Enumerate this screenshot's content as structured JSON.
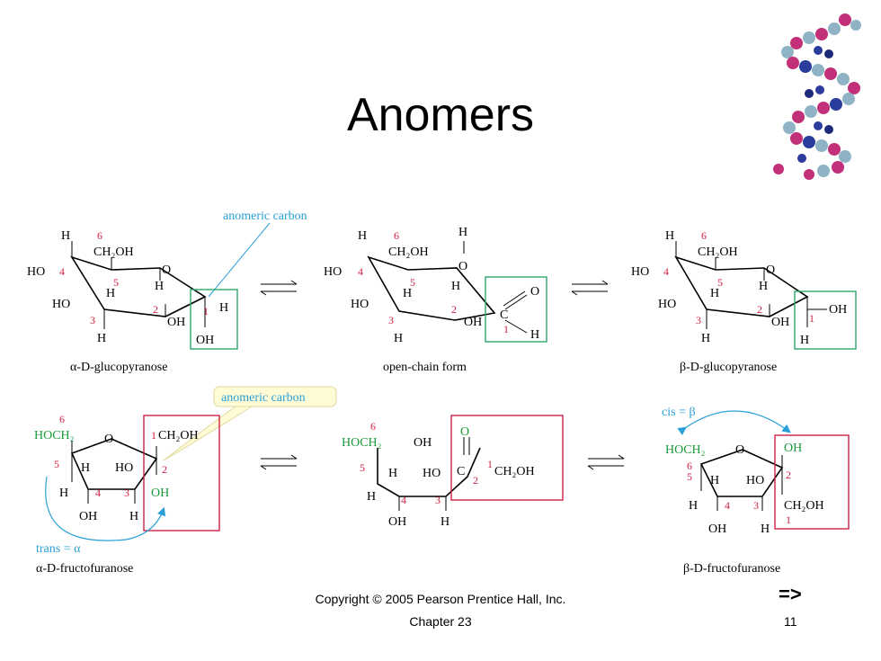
{
  "slide": {
    "title": "Anomers",
    "copyright": "Copyright © 2005 Pearson Prentice Hall, Inc.",
    "chapter": "Chapter 23",
    "page_number": "11",
    "next_symbol": "=>"
  },
  "labels": {
    "anomeric_carbon": "anomeric carbon",
    "alpha_glucopyranose": "α-D-glucopyranose",
    "open_chain": "open-chain form",
    "beta_glucopyranose": "β-D-glucopyranose",
    "alpha_fructofuranose": "α-D-fructofuranose",
    "beta_fructofuranose": "β-D-fructofuranose",
    "cis_beta": "cis = β",
    "trans_alpha": "trans = α"
  },
  "atoms": {
    "H": "H",
    "HO": "HO",
    "OH": "OH",
    "O": "O",
    "C": "C",
    "CH2OH": "CH₂OH",
    "HOCH2": "HOCH₂"
  },
  "numbers": {
    "n1": "1",
    "n2": "2",
    "n3": "3",
    "n4": "4",
    "n5": "5",
    "n6": "6"
  },
  "colors": {
    "red": "#cc2244",
    "teal": "#2fa86a",
    "cyan": "#2aa0d8",
    "green": "#1a9a3a",
    "box_yellow": "#fffbd6"
  }
}
